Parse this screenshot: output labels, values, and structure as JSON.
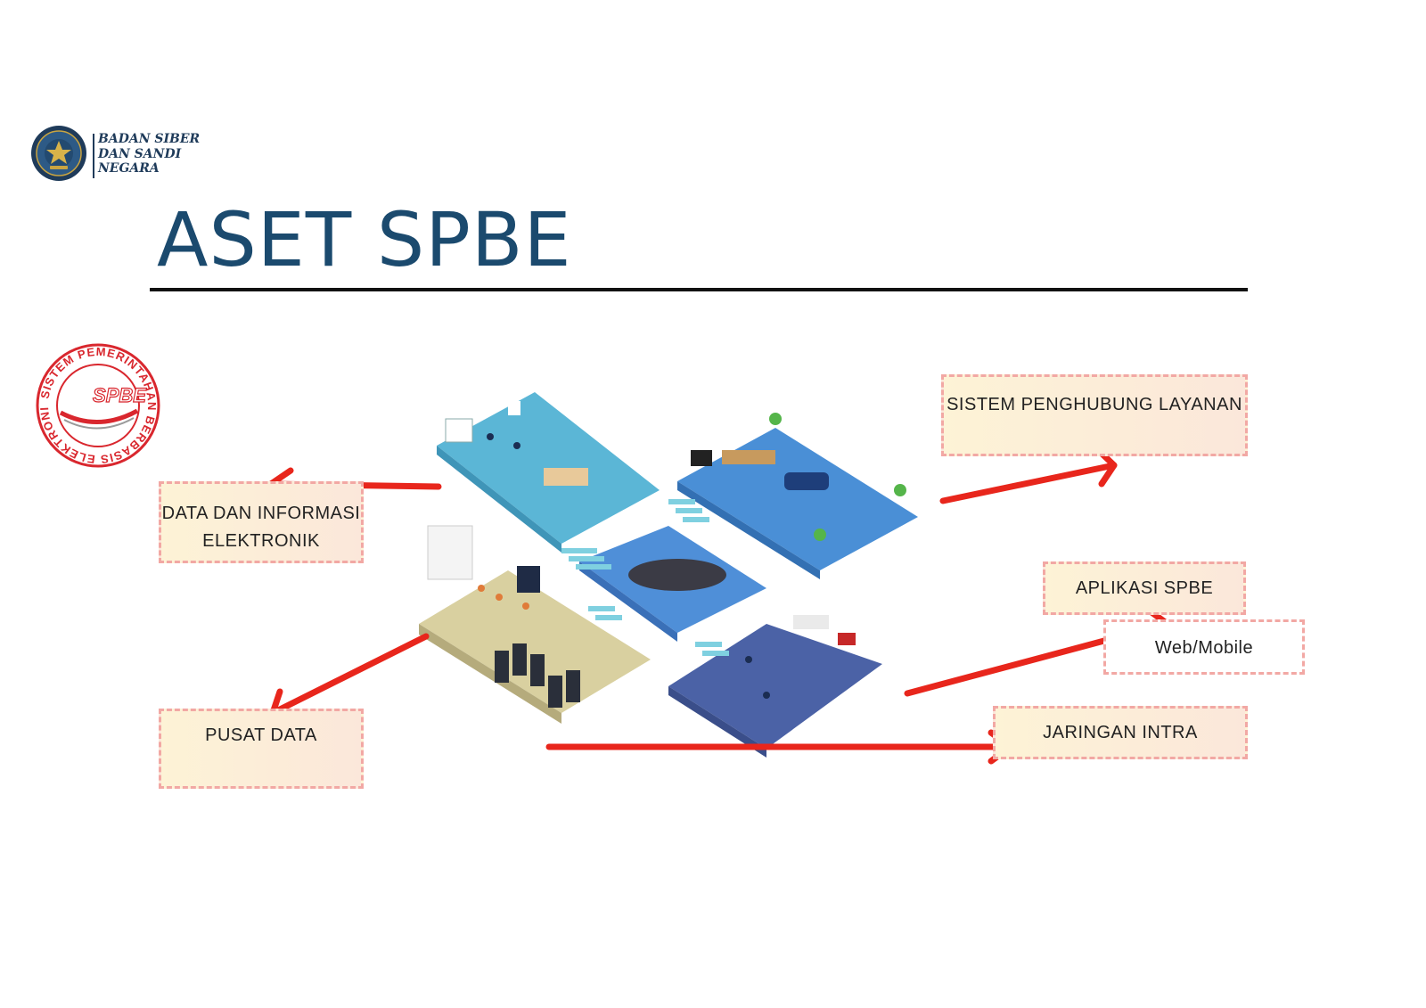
{
  "header": {
    "org_lines": [
      "BADAN SIBER",
      "DAN SANDI",
      "NEGARA"
    ],
    "title": "ASET SPBE"
  },
  "spbe_logo": {
    "ring_text": "SISTEM PEMERINTAHAN BERBASIS ELEKTRONIK",
    "mark": "SPBE"
  },
  "labels": {
    "data_line1": "DATA DAN INFORMASI",
    "data_line2": "ELEKTRONIK",
    "pusat": "PUSAT DATA",
    "sistem": "SISTEM PENGHUBUNG LAYANAN",
    "aplikasi": "APLIKASI SPBE",
    "web": "Web/Mobile",
    "jaringan": "JARINGAN INTRA"
  },
  "colors": {
    "title": "#1b4a6e",
    "arrow": "#e8261c",
    "box_border": "#f2a8a4",
    "logo_red": "#d9272e"
  }
}
